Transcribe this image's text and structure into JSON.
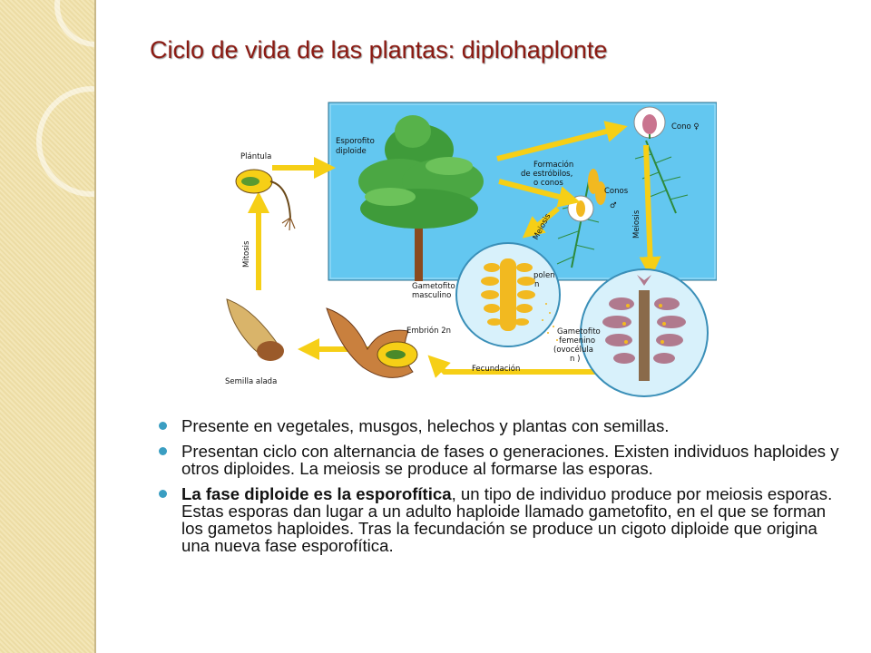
{
  "slide": {
    "title": "Ciclo de vida de las plantas: diplohaplonte",
    "colors": {
      "title": "#8b1a12",
      "bullet": "#3a9ec2",
      "sidebar": "#f0e2ae",
      "panel": "#63c7f0",
      "arrow": "#f6cf16"
    }
  },
  "diagram": {
    "labels": {
      "plantula": "Plántula",
      "esporofito_1": "Esporofito",
      "esporofito_2": "diploide",
      "formacion_1": "Formación",
      "formacion_2": "de estróbilos,",
      "formacion_3": "o conos",
      "cono_fem": "Cono ♀",
      "conos_masc_1": "Conos",
      "conos_masc_2": "♂",
      "meiosis": "Meiosis",
      "mitosis": "Mitosis",
      "polen_1": "polen",
      "polen_2": "n",
      "gam_masc_1": "Gametofito",
      "gam_masc_2": "masculino",
      "gam_fem_1": "Gametofito",
      "gam_fem_2": "femenino",
      "gam_fem_3": "(ovocélula",
      "gam_fem_4": "n )",
      "embrion": "Embrión 2n",
      "fecundacion": "Fecundación",
      "semilla": "Semilla alada"
    }
  },
  "bullets": [
    {
      "text": "Presente en vegetales, musgos, helechos y plantas con semillas."
    },
    {
      "text": "Presentan ciclo con alternancia de fases o generaciones. Existen individuos haploides y otros diploides. La meiosis se produce al formarse las esporas."
    },
    {
      "bold": "La fase diploide es la esporofítica",
      "text": ", un tipo de individuo produce por meiosis esporas. Estas esporas dan lugar a un adulto haploide llamado gametofito, en el que se forman los gametos haploides. Tras la fecundación se produce un cigoto diploide que origina una nueva fase esporofítica."
    }
  ]
}
